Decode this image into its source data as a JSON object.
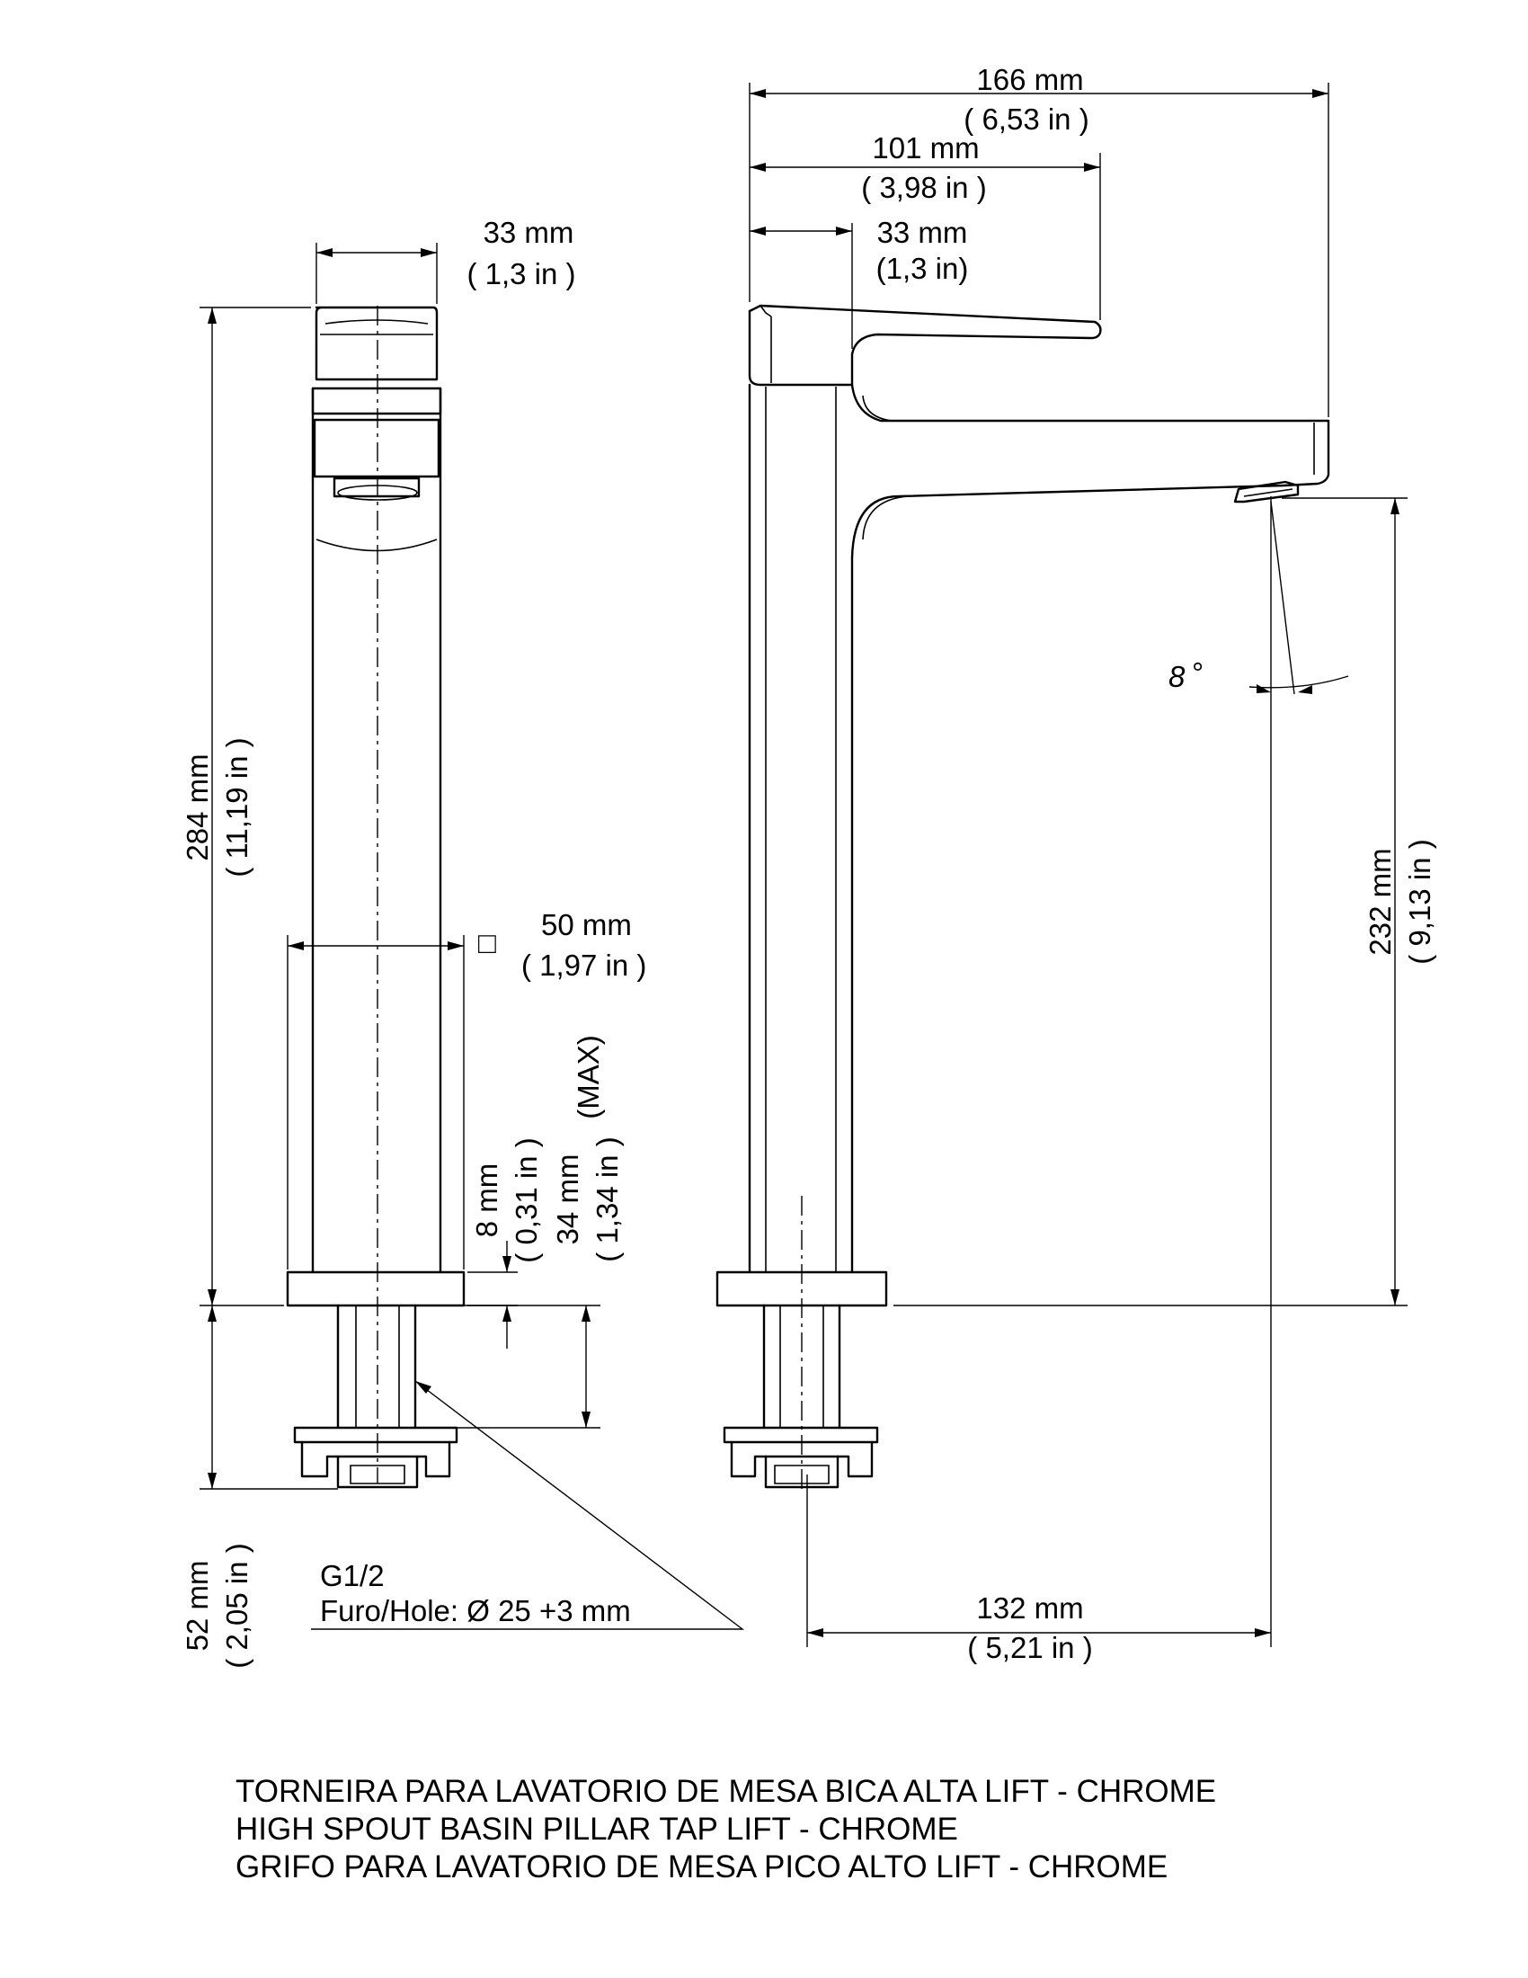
{
  "front_view": {
    "width_top_mm": "33 mm",
    "width_top_in": "( 1,3 in )",
    "height_mm": "284 mm",
    "height_in": "( 11,19 in )",
    "body_square_symbol": "□",
    "body_mm": "50 mm",
    "body_in": "( 1,97 in )",
    "base_mm": "8 mm",
    "base_in": "( 0,31 in )",
    "counter_mm": "34 mm",
    "counter_in": "( 1,34 in )",
    "counter_max": "(MAX)",
    "shank_mm": "52 mm",
    "shank_in": "( 2,05 in )",
    "thread": "G1/2",
    "hole": "Furo/Hole: Ø 25 +3 mm"
  },
  "side_view": {
    "total_mm": "166 mm",
    "total_in": "( 6,53 in )",
    "lever_mm": "101 mm",
    "lever_in": "( 3,98 in )",
    "top_mm": "33 mm",
    "top_in": "(1,3 in)",
    "angle": "8",
    "degree_symbol": "°",
    "height_mm": "232 mm",
    "height_in": "( 9,13 in )",
    "reach_mm": "132 mm",
    "reach_in": "( 5,21 in )"
  },
  "title_block": {
    "line_pt": "TORNEIRA PARA LAVATORIO DE MESA BICA ALTA LIFT - CHROME",
    "line_en": "HIGH SPOUT BASIN PILLAR TAP LIFT - CHROME",
    "line_es": "GRIFO PARA LAVATORIO DE MESA PICO ALTO LIFT - CHROME"
  }
}
